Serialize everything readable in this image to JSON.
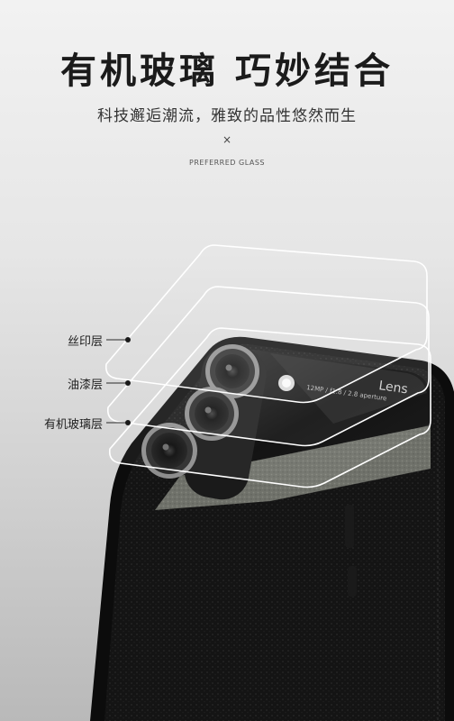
{
  "headline": "有机玻璃 巧妙结合",
  "subheadline": "科技邂逅潮流，雅致的品性悠然而生",
  "mark": "×",
  "tagline": "PREFERRED GLASS",
  "layers": [
    "丝印层",
    "油漆层",
    "有机玻璃层"
  ],
  "lens_text": "Lens",
  "lens_spec": "12MP / f1.8 / 2.8 aperture"
}
